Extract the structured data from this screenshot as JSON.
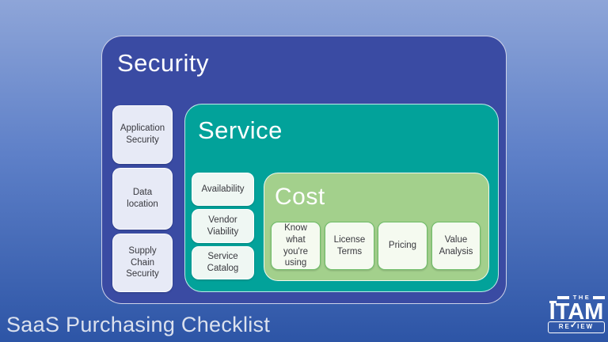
{
  "footer": {
    "title": "SaaS Purchasing Checklist"
  },
  "security": {
    "label": "Security",
    "items": [
      "Application Security",
      "Data location",
      "Supply Chain Security"
    ]
  },
  "service": {
    "label": "Service",
    "items": [
      "Availability",
      "Vendor Viability",
      "Service Catalog"
    ]
  },
  "cost": {
    "label": "Cost",
    "items": [
      "Know what you're using",
      "License Terms",
      "Pricing",
      "Value Analysis"
    ]
  },
  "logo": {
    "the": "THE",
    "name": "ITAM",
    "review_left": "RE",
    "review_check": "✓",
    "review_right": "IEW"
  },
  "colors": {
    "background_top": "#8EA5D8",
    "background_bottom": "#2D55A6",
    "security_fill": "#3A4BA3",
    "service_fill": "#02A29A",
    "cost_fill": "#A3D08C",
    "security_item_fill": "#E7EAF6",
    "service_item_fill": "#EFF7F3",
    "cost_item_fill": "#F5FAF0",
    "cost_item_border": "#6FBD68",
    "title_text": "#FFFFFF",
    "item_text": "#38383E",
    "footer_text": "#DBE1EE"
  }
}
